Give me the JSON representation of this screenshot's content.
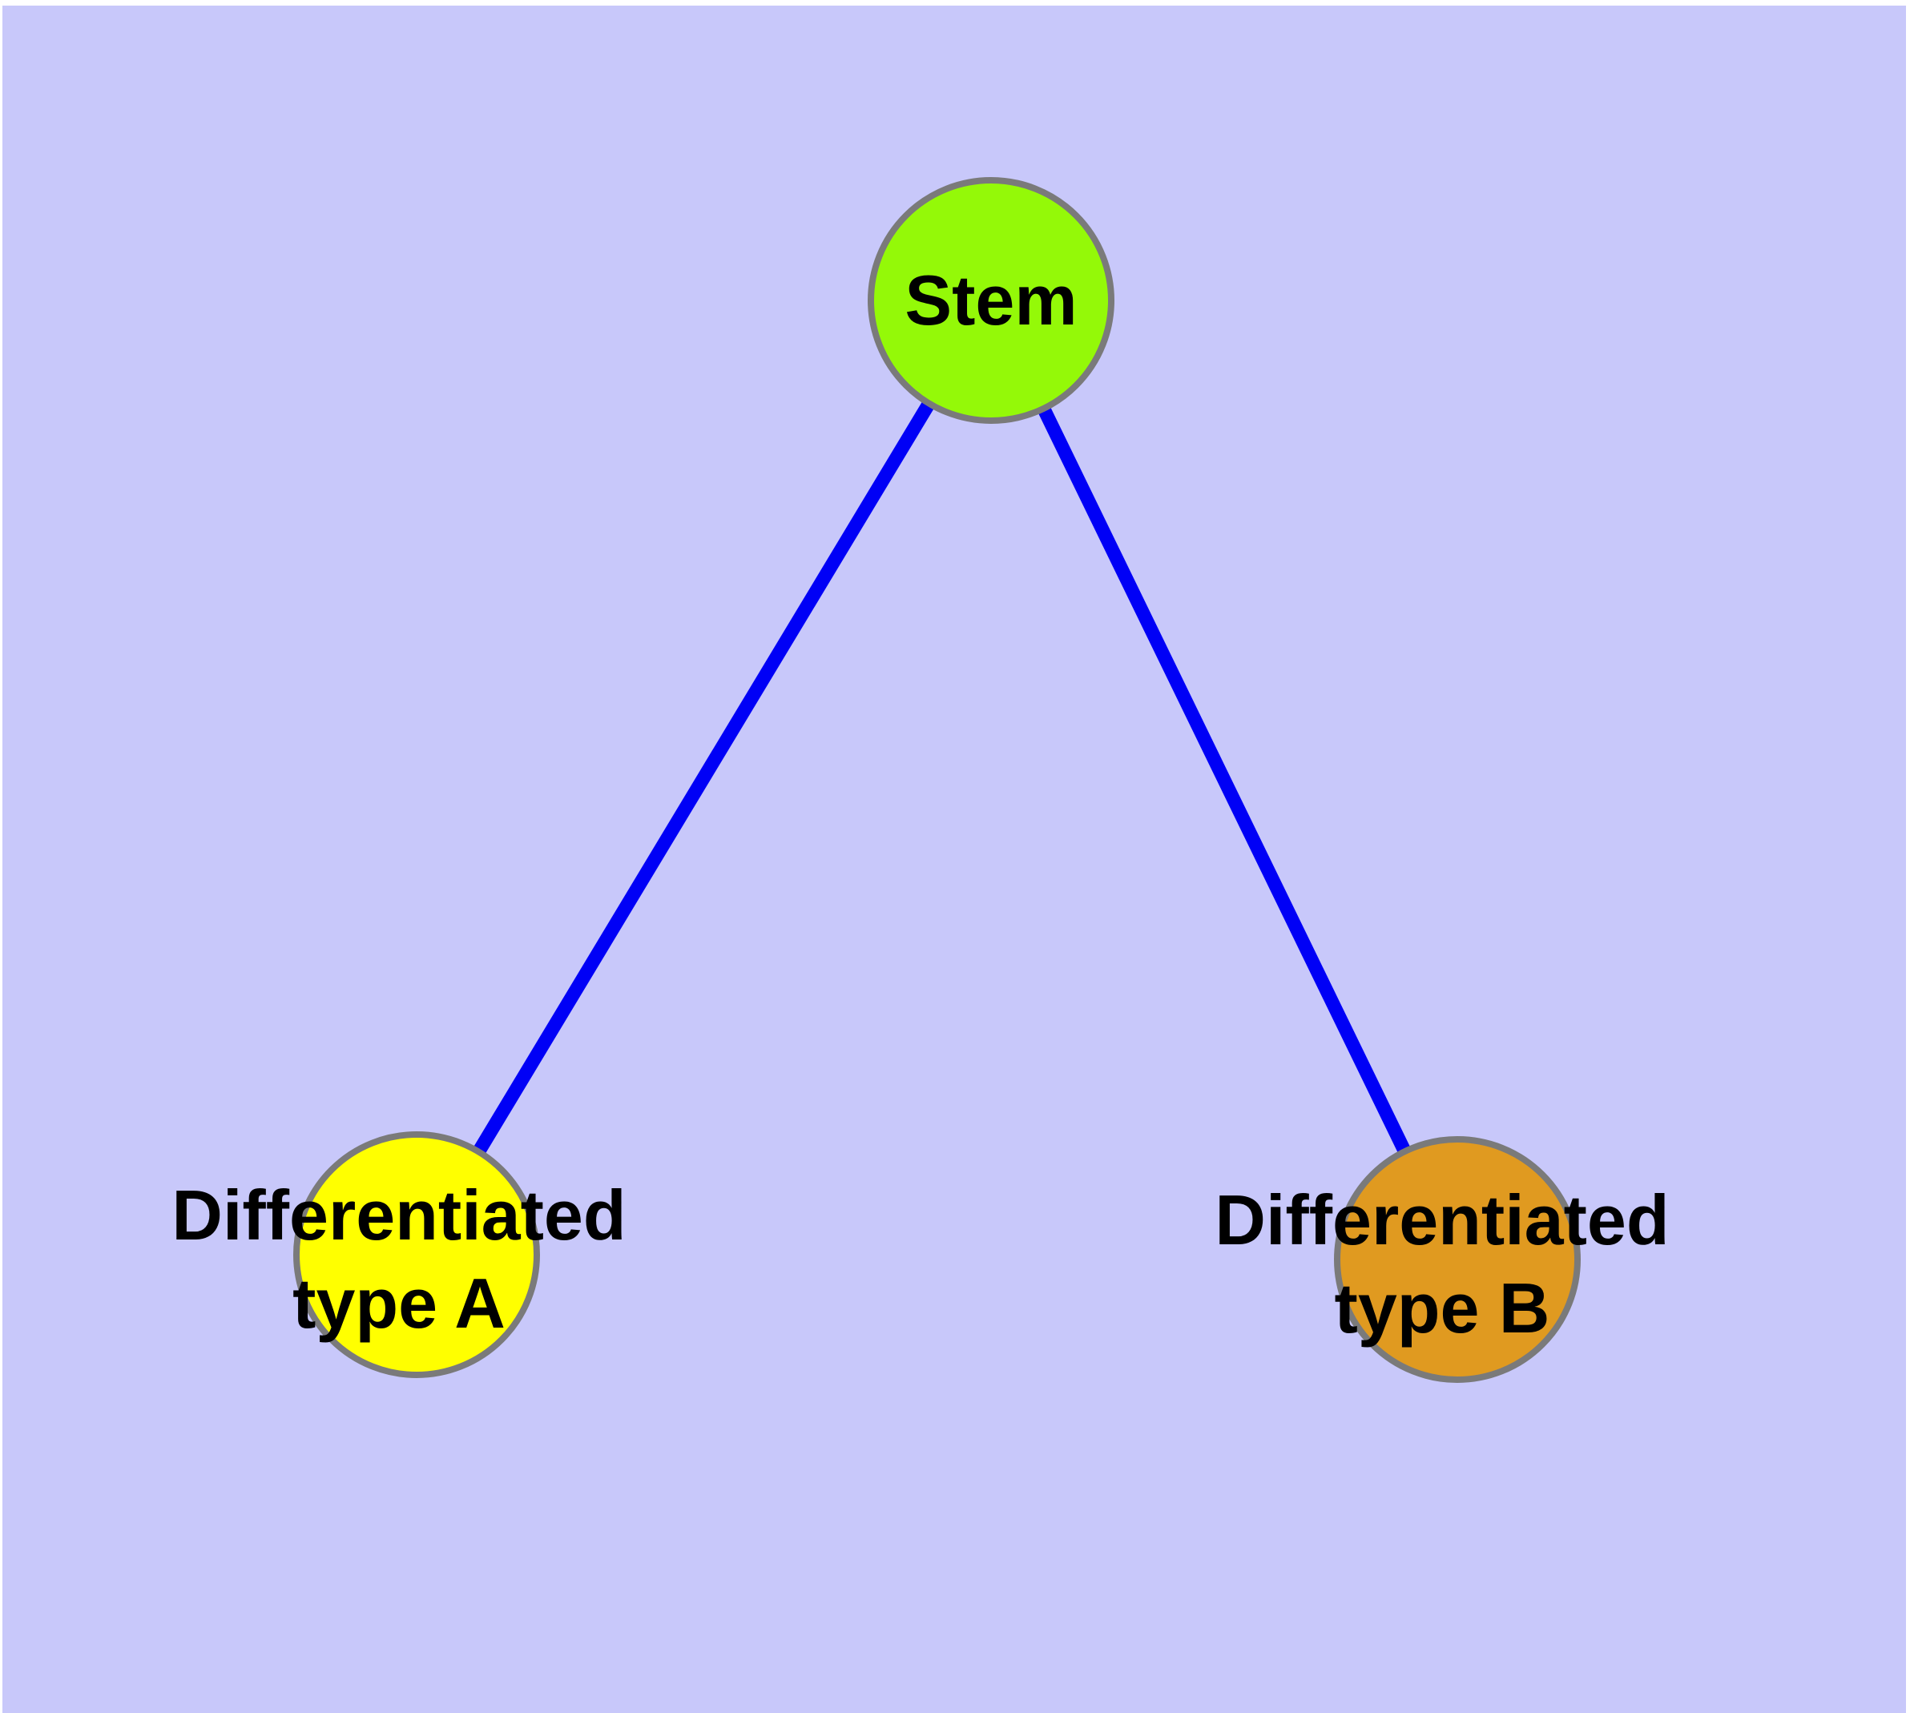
{
  "diagram": {
    "description": "Stem cell differentiation graph with one parent node connected to two child nodes",
    "background": {
      "page_color": "#FFFFFF",
      "canvas_color": "#C8C8FA"
    },
    "edge_color": "#0000F6",
    "node_border_color": "#7A7A7A",
    "nodes": {
      "stem": {
        "label": "Stem",
        "fill": "#94F908"
      },
      "type_a": {
        "label_line1": "Differentiated",
        "label_line2": "type A",
        "fill": "#FFFF00"
      },
      "type_b": {
        "label_line1": "Differentiated",
        "label_line2": "type B",
        "fill": "#E09A20"
      }
    },
    "edges": [
      {
        "from": "Stem",
        "to": "Differentiated type A"
      },
      {
        "from": "Stem",
        "to": "Differentiated type B"
      }
    ]
  }
}
